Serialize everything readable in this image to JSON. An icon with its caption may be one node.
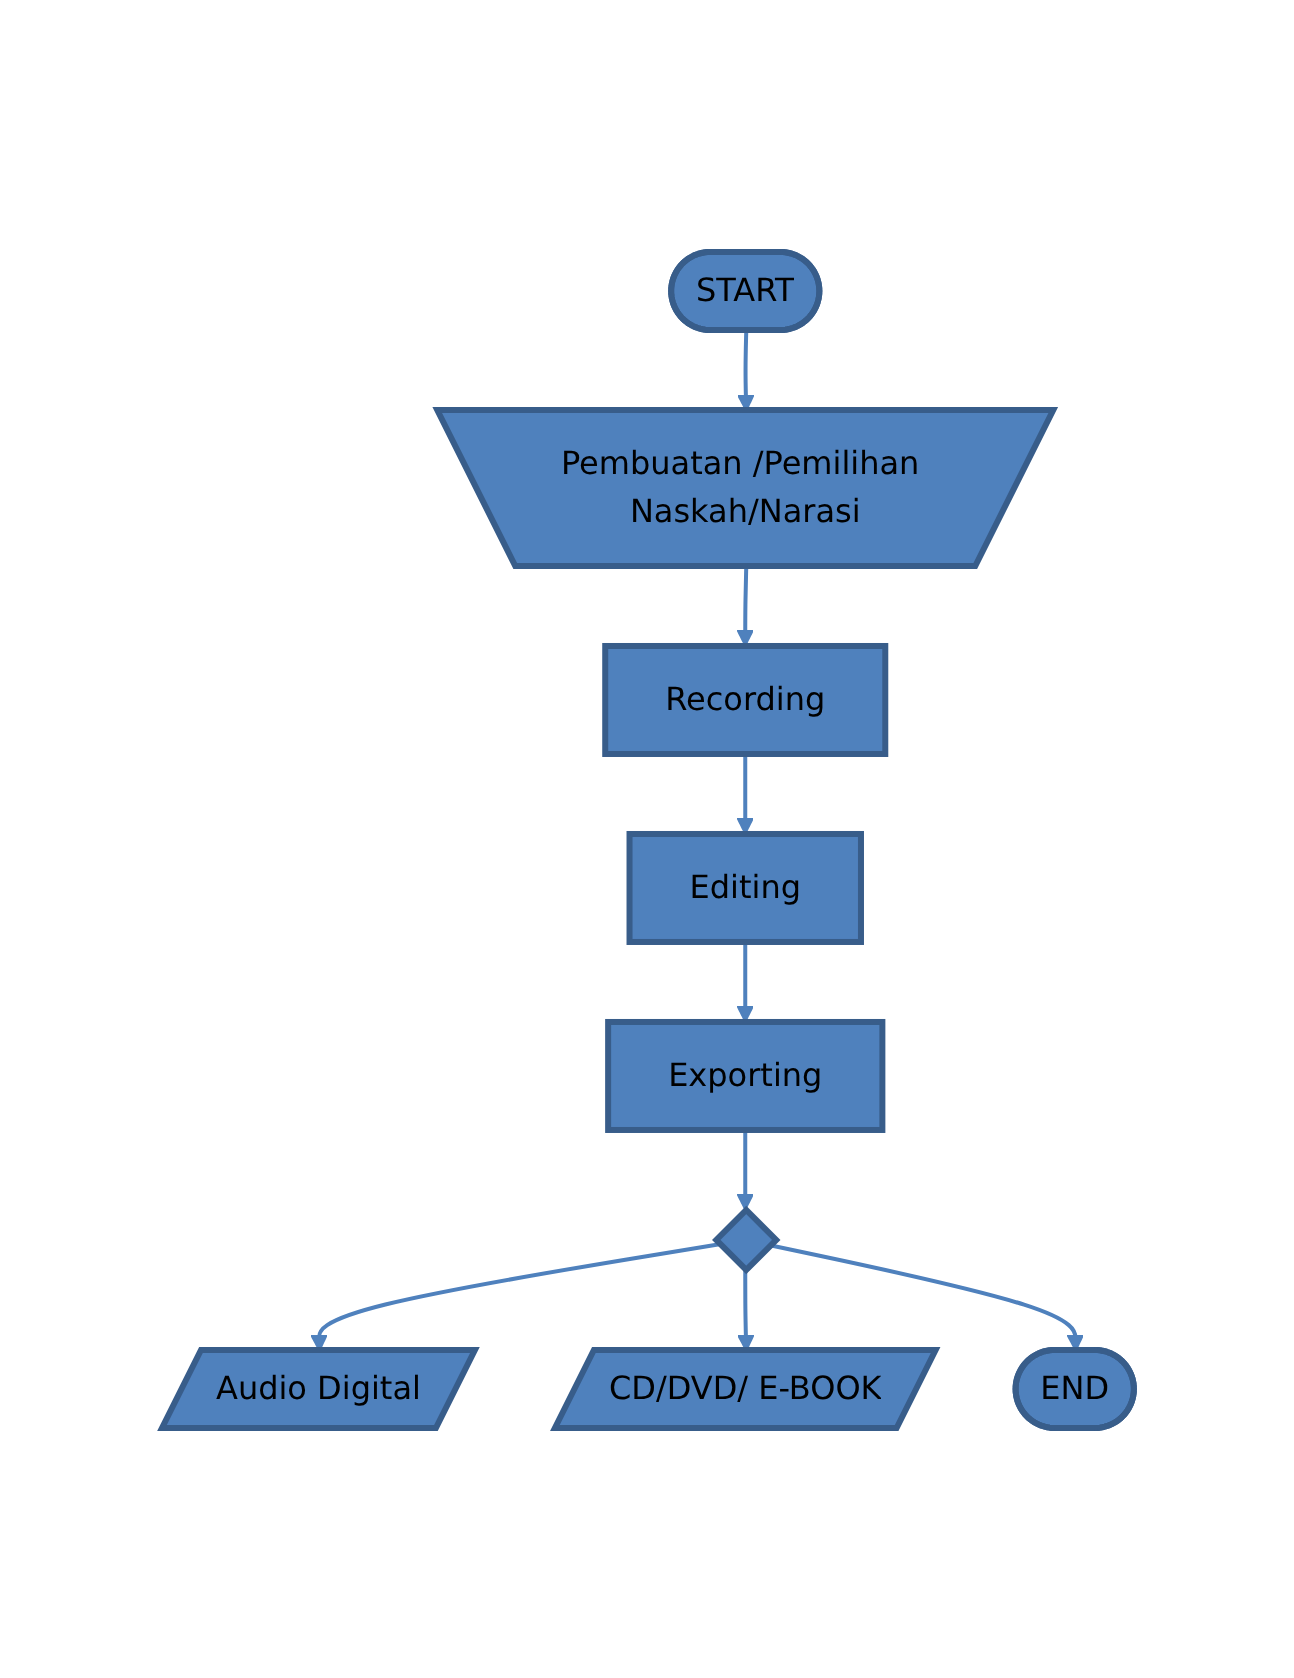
{
  "diagram": {
    "nodes": [
      {
        "text": [
          "START"
        ]
      },
      {
        "text": [
          "Pembuatan /Pemilihan Naskah/Narasi"
        ]
      },
      {
        "text": [
          "Recording"
        ]
      },
      {
        "text": [
          "Editing"
        ]
      },
      {
        "text": [
          "Exporting"
        ]
      },
      {
        "text": [
          "Audio Digital"
        ]
      },
      {
        "text": [],
        "shape": "diamond"
      },
      {
        "text": [
          "CD/DVD/ E-BOOK"
        ]
      },
      {
        "text": [
          "END"
        ]
      }
    ],
    "edges": [
      {
        "from": 0,
        "to": 1,
        "arrow": "to"
      },
      {
        "from": 1,
        "to": 2,
        "arrow": "to"
      },
      {
        "from": 2,
        "to": 3,
        "arrow": "to"
      },
      {
        "from": 3,
        "to": 4,
        "arrow": "to"
      },
      {
        "from": 4,
        "to": 6,
        "arrow": "to"
      },
      {
        "from": 6,
        "to": 5,
        "arrow": "to"
      },
      {
        "from": 6,
        "to": 7,
        "arrow": "to"
      },
      {
        "from": 6,
        "to": 8,
        "arrow": "to"
      }
    ]
  }
}
